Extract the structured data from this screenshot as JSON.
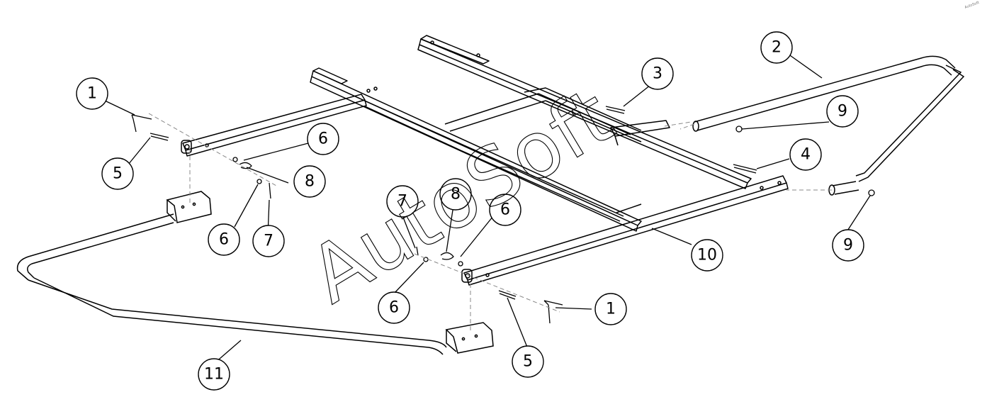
{
  "watermark": "AutoSoft",
  "corner_mark": "AutoSoft",
  "callouts": [
    "1",
    "2",
    "3",
    "4",
    "5",
    "6",
    "7",
    "8",
    "9",
    "10",
    "11"
  ],
  "colors": {
    "line": "#000000",
    "background": "#ffffff",
    "dash": "#888888"
  }
}
